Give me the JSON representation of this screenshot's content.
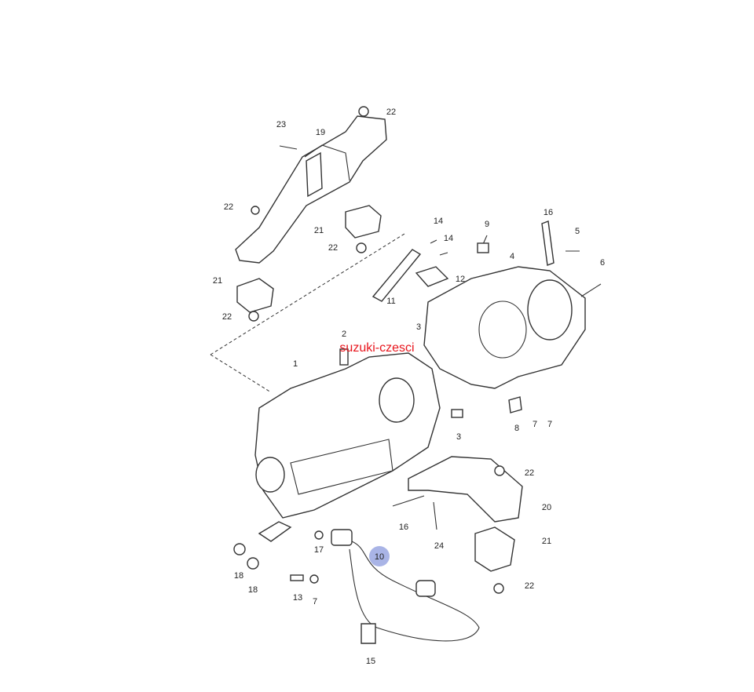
{
  "watermark": "suzuki-czesci",
  "highlight_color": "#a9b4e6",
  "watermark_color": "#e8141c",
  "callouts": [
    "22",
    "23",
    "19",
    "22",
    "21",
    "22",
    "14",
    "14",
    "12",
    "11",
    "9",
    "4",
    "16",
    "5",
    "6",
    "21",
    "22",
    "2",
    "3",
    "1",
    "8",
    "7",
    "7",
    "3",
    "22",
    "20",
    "16",
    "24",
    "21",
    "22",
    "10",
    "17",
    "18",
    "18",
    "13",
    "7",
    "15"
  ]
}
